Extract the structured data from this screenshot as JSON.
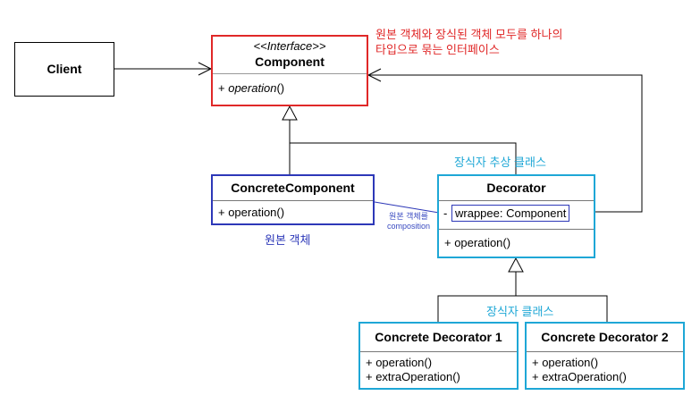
{
  "client": {
    "name": "Client"
  },
  "component": {
    "stereotype": "<<Interface>>",
    "name": "Component",
    "method": "+ operation()",
    "method_prefix": "+ ",
    "method_name": "operation",
    "method_suffix": "()"
  },
  "concrete_component": {
    "name": "ConcreteComponent",
    "method": "+ operation()",
    "caption": "원본 객체"
  },
  "decorator": {
    "name": "Decorator",
    "field_prefix": "-",
    "field": "wrappee: Component",
    "method": "+ operation()",
    "caption": "장식자 추상 클래스"
  },
  "composition_note": {
    "line1": "원본 객체를",
    "line2": "composition"
  },
  "interface_note": {
    "line1": "원본 객체와 장식된 객체 모두를 하나의",
    "line2": "타입으로 묶는 인터페이스"
  },
  "concrete_decorators_caption": "장식자 클래스",
  "concrete_decorator_1": {
    "name": "Concrete Decorator 1",
    "methods": [
      "+ operation()",
      "+ extraOperation()"
    ]
  },
  "concrete_decorator_2": {
    "name": "Concrete Decorator 2",
    "methods": [
      "+ operation()",
      "+ extraOperation()"
    ]
  },
  "colors": {
    "interface_border": "#e02828",
    "concrete_component_border": "#2d38b8",
    "decorator_border": "#1ea7d6",
    "note_red": "#e02828",
    "caption_blue": "#2d38b8",
    "caption_cyan": "#1ea7d6"
  }
}
